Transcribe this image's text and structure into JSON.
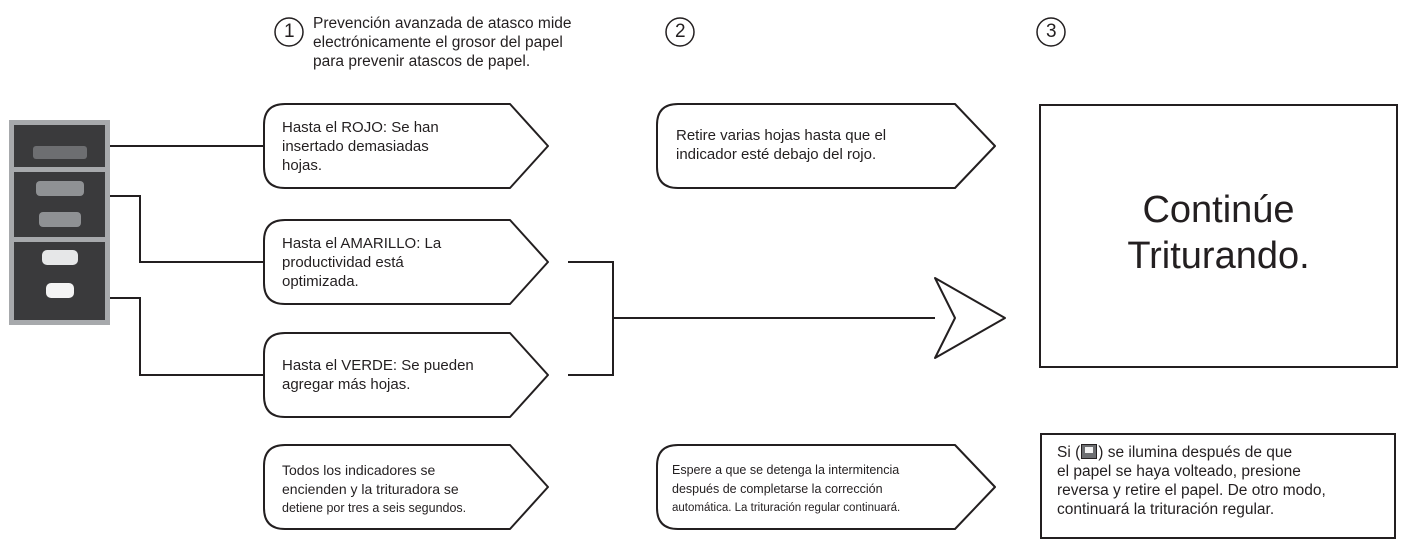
{
  "steps": {
    "one": "1",
    "two": "2",
    "three": "3"
  },
  "intro_lines": [
    "Prevención avanzada de atasco mide",
    "electrónicamente el grosor del papel",
    "para prevenir atascos de papel."
  ],
  "indicators": {
    "red": [
      "Hasta el ROJO: Se han",
      "insertado demasiadas",
      "hojas."
    ],
    "yellow": [
      "Hasta el AMARILLO: La",
      "productividad está",
      "optimizada."
    ],
    "green": [
      "Hasta el VERDE: Se pueden",
      "agregar más hojas."
    ],
    "all": [
      "Todos los indicadores se",
      "encienden y la trituradora se",
      "detiene por tres a seis segundos."
    ]
  },
  "actions": {
    "red": [
      "Retire varias hojas hasta que el",
      "indicador esté debajo del rojo."
    ],
    "all": [
      "Espere a que se detenga la intermitencia",
      "después de completarse la corrección",
      "automática. La trituración regular continuará."
    ]
  },
  "result": {
    "line1": "Continúe",
    "line2": "Triturando."
  },
  "note": {
    "before_icon": "Si (",
    "after_icon": ") se ilumina después de que",
    "lines": [
      "el papel se haya volteado, presione",
      "reversa y retire el papel. De otro modo,",
      "continuará la trituración regular."
    ]
  },
  "icon_names": [
    "shredder-indicator-panel-icon",
    "reverse-icon"
  ],
  "colors": {
    "ink": "#231f20",
    "panel_dark": "#3a3a3c",
    "panel_frame": "#a7a9ac",
    "light_slot": "#e6e7e8",
    "dim_slot": "#8f9194"
  }
}
